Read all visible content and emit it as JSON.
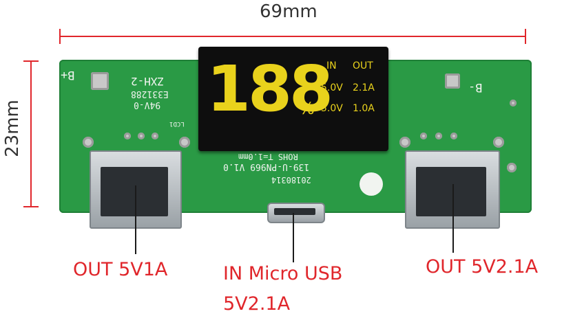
{
  "dimensions": {
    "width_label": "69mm",
    "height_label": "23mm"
  },
  "pcb_silkscreen": {
    "model_line1": "ZXH-2",
    "model_line2": "E331288",
    "model_line3": "94V-0",
    "lcd_label": "LCD1",
    "rohs": "ROHS  T=1.0mm",
    "part_number": "139-U-PN969 V1.0",
    "date_code": "20180314",
    "battery_plus": "B+",
    "battery_minus": "B-"
  },
  "lcd": {
    "digits": "188",
    "percent": "%",
    "header_in": "IN",
    "header_out": "OUT",
    "row1_voltage": "5.0V",
    "row1_current": "2.1A",
    "row2_voltage": "5.0V",
    "row2_current": "1.0A"
  },
  "callouts": {
    "left": "OUT 5V1A",
    "center_line1": "IN Micro USB",
    "center_line2": "5V2.1A",
    "right": "OUT 5V2.1A"
  },
  "colors": {
    "dimension": "#e0262b",
    "callout_text": "#e0262b",
    "pcb": "#2a9a45",
    "lcd_digits": "#e9d21c"
  }
}
